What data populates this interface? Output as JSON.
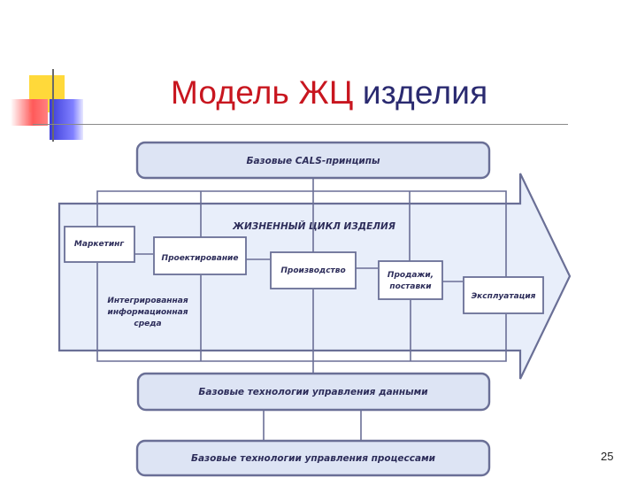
{
  "slide": {
    "title_part1": "Модель ЖЦ",
    "title_part2": "изделия",
    "page_number": "25"
  },
  "diagram": {
    "top_bar": "Базовые CALS-принципы",
    "arrow_title": "ЖИЗНЕННЫЙ ЦИКЛ ИЗДЕЛИЯ",
    "stages": [
      {
        "label": "Маркетинг"
      },
      {
        "label": "Проектирование"
      },
      {
        "label": "Производство"
      },
      {
        "label_line1": "Продажи,",
        "label_line2": "поставки"
      },
      {
        "label": "Эксплуатация"
      }
    ],
    "environment_lines": [
      "Интегрированная",
      "информационная",
      "среда"
    ],
    "bottom_bar_1": "Базовые технологии управления данными",
    "bottom_bar_2": "Базовые технологии управления процессами"
  },
  "colors": {
    "title_red": "#c8161f",
    "title_blue": "#2a2a70",
    "box_fill": "#dde4f4",
    "arrow_fill": "#e8eefa",
    "stroke": "#6a6f96"
  }
}
